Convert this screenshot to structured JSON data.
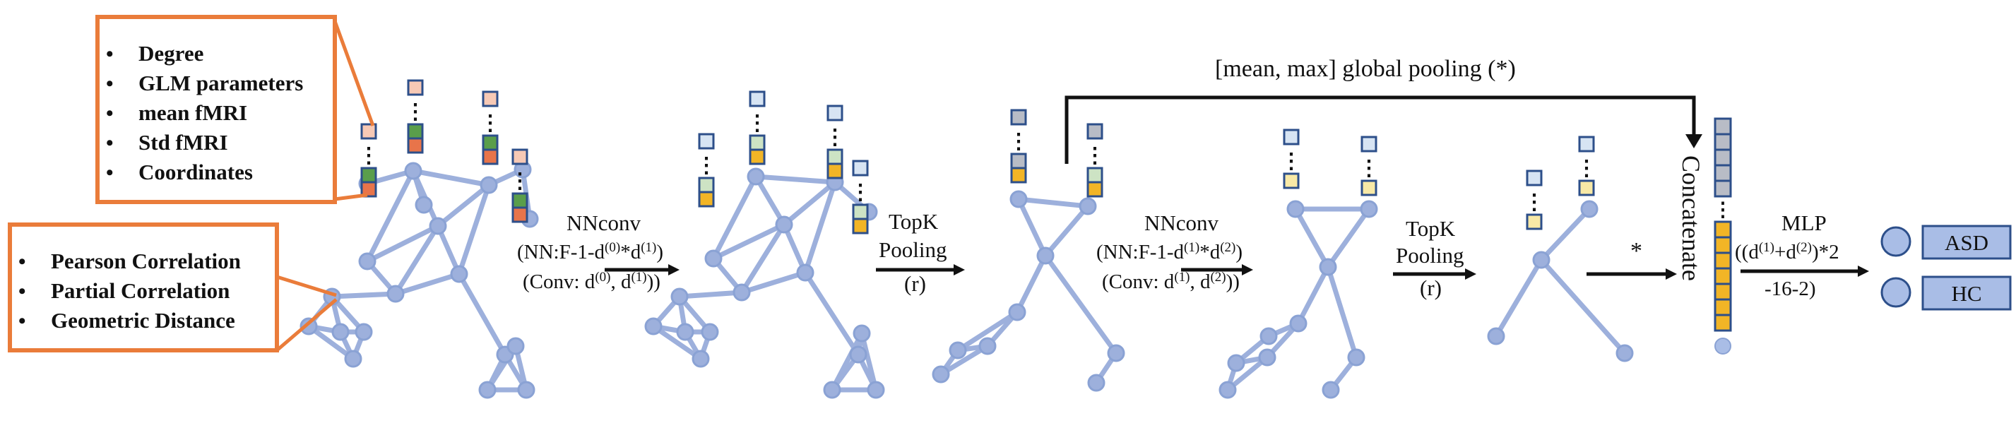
{
  "node_features": {
    "items": [
      "Degree",
      "GLM parameters",
      "mean fMRI",
      "Std fMRI",
      "Coordinates"
    ]
  },
  "edge_features": {
    "items": [
      "Pearson Correlation",
      "Partial Correlation",
      "Geometric Distance"
    ]
  },
  "bullet": "•",
  "ellipsis": "⋮",
  "pooling_label": "[mean, max] global pooling (*)",
  "conv1": {
    "title": "NNconv",
    "line1_pre": "(NN:F-1-d",
    "line1_sup1": "(0)",
    "line1_mid": "*d",
    "line1_sup2": "(1)",
    "line1_post": ")",
    "line2_pre": "(Conv: d",
    "line2_sup1": "(0)",
    "line2_mid": ", d",
    "line2_sup2": "(1)",
    "line2_post": "))"
  },
  "pool1": {
    "line1": "TopK",
    "line2": "Pooling",
    "line3": "(r)"
  },
  "conv2": {
    "title": "NNconv",
    "line1_pre": "(NN:F-1-d",
    "line1_sup1": "(1)",
    "line1_mid": "*d",
    "line1_sup2": "(2)",
    "line1_post": ")",
    "line2_pre": "(Conv: d",
    "line2_sup1": "(1)",
    "line2_mid": ", d",
    "line2_sup2": "(2)",
    "line2_post": "))"
  },
  "pool2": {
    "line1": "TopK",
    "line2": "Pooling",
    "line3": "(r)"
  },
  "star": "*",
  "concatenate": "Concatenate",
  "mlp": {
    "title": "MLP",
    "line1_pre": "((d",
    "line1_sup1": "(1)",
    "line1_mid": "+d",
    "line1_sup2": "(2)",
    "line1_post": ")*2",
    "line2": "-16-2)"
  },
  "outputs": [
    "ASD",
    "HC"
  ],
  "colors": {
    "edge": "#9db0dc",
    "orange": "#ea7c3a",
    "square_border": "#2d4f8a",
    "pink": "#f7c9b5",
    "green": "#5a9e4b",
    "red_orange": "#e8744a",
    "yellow": "#f2b526",
    "gray": "#b8bcc6",
    "light_green": "#cde3c4",
    "light_yellow": "#f8e9a6",
    "light_blue": "#d7e4f3",
    "mid_blue": "#a9bde6"
  }
}
